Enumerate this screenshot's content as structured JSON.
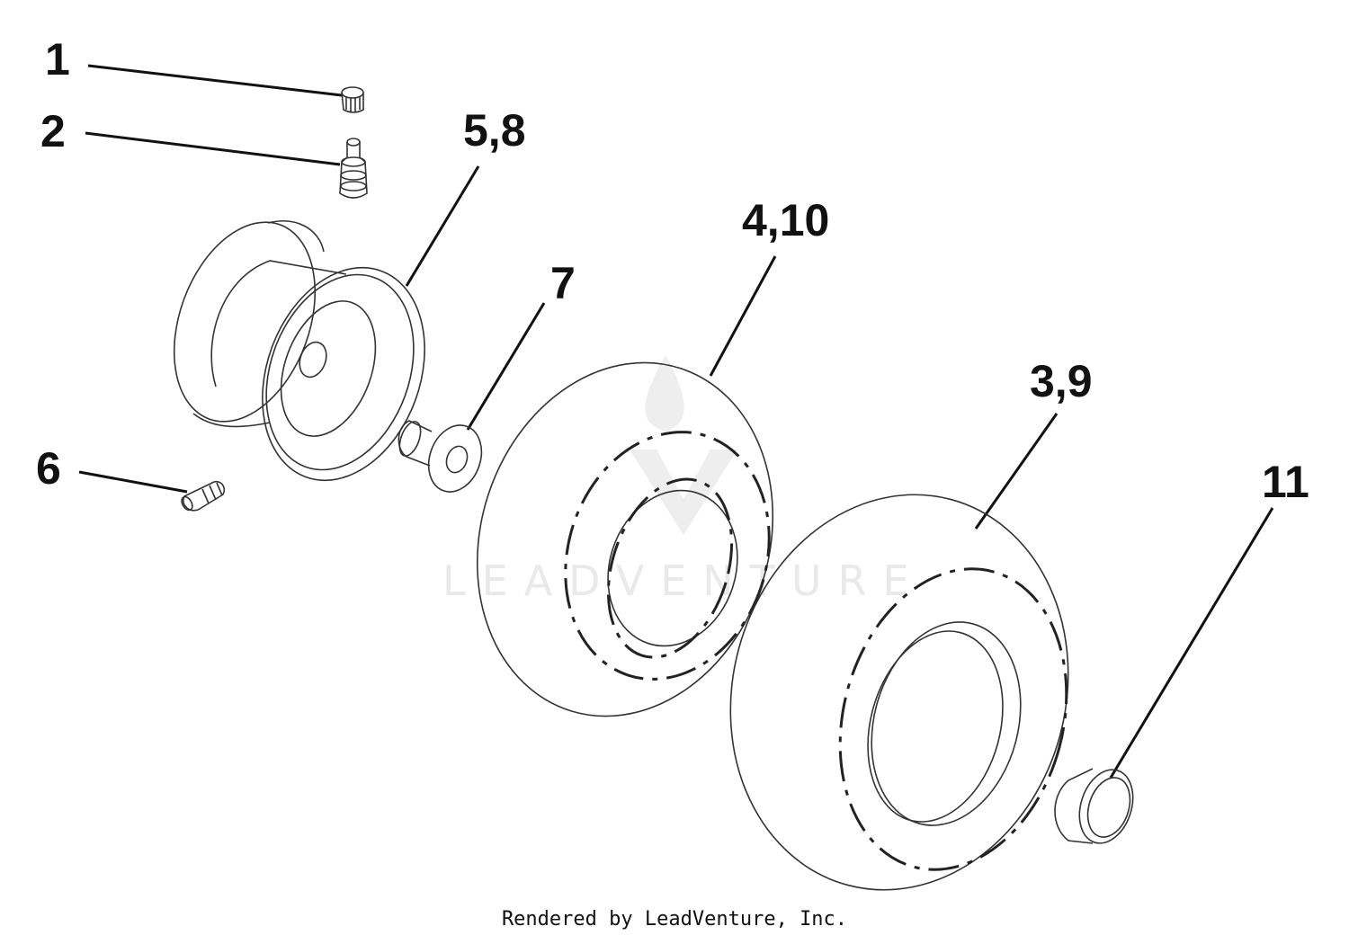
{
  "diagram": {
    "callouts": [
      {
        "id": "1",
        "label": "1"
      },
      {
        "id": "2",
        "label": "2"
      },
      {
        "id": "5-8",
        "label": "5,8"
      },
      {
        "id": "4-10",
        "label": "4,10"
      },
      {
        "id": "7",
        "label": "7"
      },
      {
        "id": "3-9",
        "label": "3,9"
      },
      {
        "id": "6",
        "label": "6"
      },
      {
        "id": "11",
        "label": "11"
      }
    ],
    "watermark": "LEADVENTURE"
  },
  "footer": {
    "text": "Rendered by LeadVenture, Inc."
  },
  "colors": {
    "ink": "#111111",
    "watermark": "#e9e9e9",
    "background": "#ffffff"
  }
}
